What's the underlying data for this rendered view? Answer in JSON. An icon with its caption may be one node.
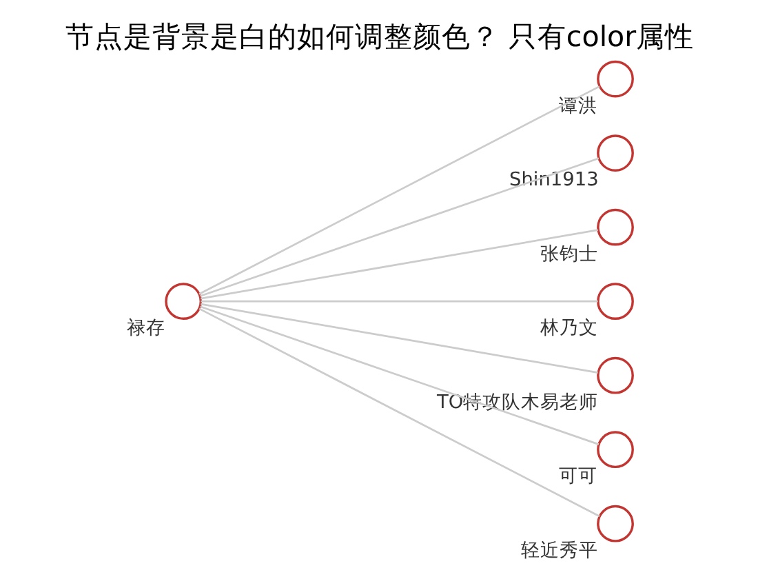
{
  "diagram": {
    "title": "节点是背景是白的如何调整颜色？ 只有color属性",
    "nodes": [
      {
        "text": [],
        "shape": "circle",
        "beside": [
          "禄存"
        ]
      },
      {
        "text": [],
        "shape": "circle",
        "beside": [
          "谭洪"
        ]
      },
      {
        "text": [],
        "shape": "circle",
        "beside": [
          "Shin1913"
        ]
      },
      {
        "text": [],
        "shape": "circle",
        "beside": [
          "张钧士"
        ]
      },
      {
        "text": [],
        "shape": "circle",
        "beside": [
          "林乃文"
        ]
      },
      {
        "text": [],
        "shape": "circle",
        "beside": [
          "TO特攻队木易老师"
        ]
      },
      {
        "text": [],
        "shape": "circle",
        "beside": [
          "可可"
        ]
      },
      {
        "text": [],
        "shape": "circle",
        "beside": [
          "轻近秀平"
        ]
      }
    ],
    "edges": [
      {
        "from": 0,
        "to": 1,
        "arrow": "none"
      },
      {
        "from": 0,
        "to": 2,
        "arrow": "none"
      },
      {
        "from": 0,
        "to": 3,
        "arrow": "none"
      },
      {
        "from": 0,
        "to": 4,
        "arrow": "none"
      },
      {
        "from": 0,
        "to": 5,
        "arrow": "none"
      },
      {
        "from": 0,
        "to": 6,
        "arrow": "none"
      },
      {
        "from": 0,
        "to": 7,
        "arrow": "none"
      }
    ]
  }
}
